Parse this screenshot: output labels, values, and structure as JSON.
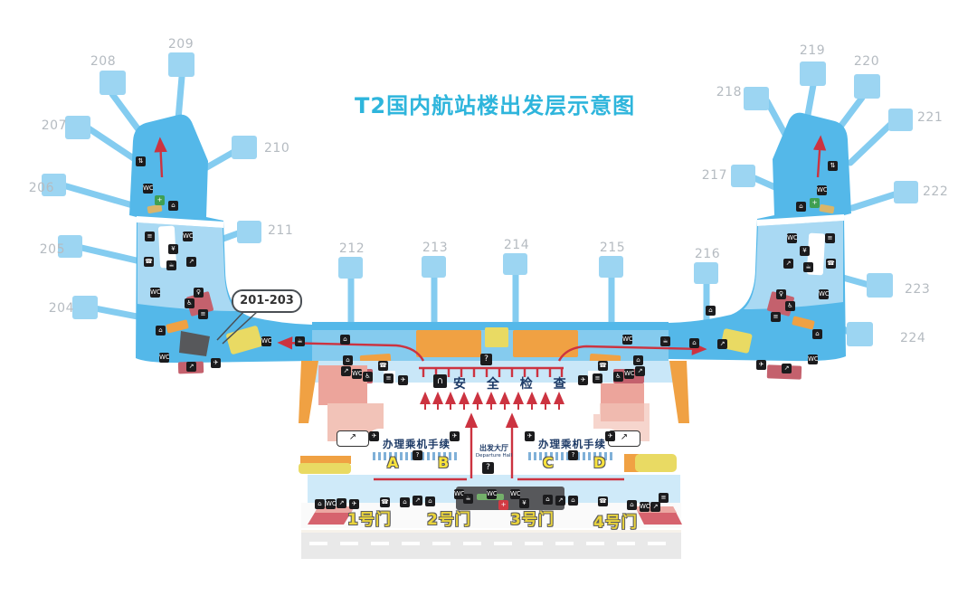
{
  "title": "T2国内航站楼出发层示意图",
  "callout": {
    "label": "201-203"
  },
  "gates": {
    "list": [
      "204",
      "205",
      "206",
      "207",
      "208",
      "209",
      "210",
      "211",
      "212",
      "213",
      "214",
      "215",
      "216",
      "217",
      "218",
      "219",
      "220",
      "221",
      "222",
      "223",
      "224"
    ]
  },
  "security": {
    "label": "安 全 检 查"
  },
  "checkin": {
    "label": "办理乘机手续",
    "counters": {
      "a": "A",
      "b": "B",
      "c": "C",
      "d": "D"
    }
  },
  "departure_hall": {
    "zh": "出发大厅",
    "en": "Departure Hall"
  },
  "doors": {
    "d1": "1号门",
    "d2": "2号门",
    "d3": "3号门",
    "d4": "4号门"
  },
  "info": {
    "question": "?"
  },
  "icon_glyphs": {
    "toilet": "WC",
    "phone": "☎",
    "elevator": "⇅",
    "stairs": "≡",
    "escalator": "↗",
    "accessible": "♿",
    "info": "?",
    "security_gate": "∩",
    "shop": "⌂",
    "atm": "¥",
    "medical": "+",
    "water": "☕",
    "baggage": "✈",
    "nursing": "♀",
    "emergency": "+"
  },
  "colors": {
    "wing_blue": "#54b8e9",
    "light_blue": "#a9d9f3",
    "pale_blue": "#c9e7f8",
    "gate_blue": "#9cd5f2",
    "accent_red": "#cc3340",
    "orange": "#f0a143",
    "yellow": "#e9da63",
    "maroon": "#c4616d",
    "salmon": "#eca49b",
    "title_cyan": "#2eb5dc",
    "navy": "#1d3a66",
    "door_yellow": "#ead43c"
  }
}
